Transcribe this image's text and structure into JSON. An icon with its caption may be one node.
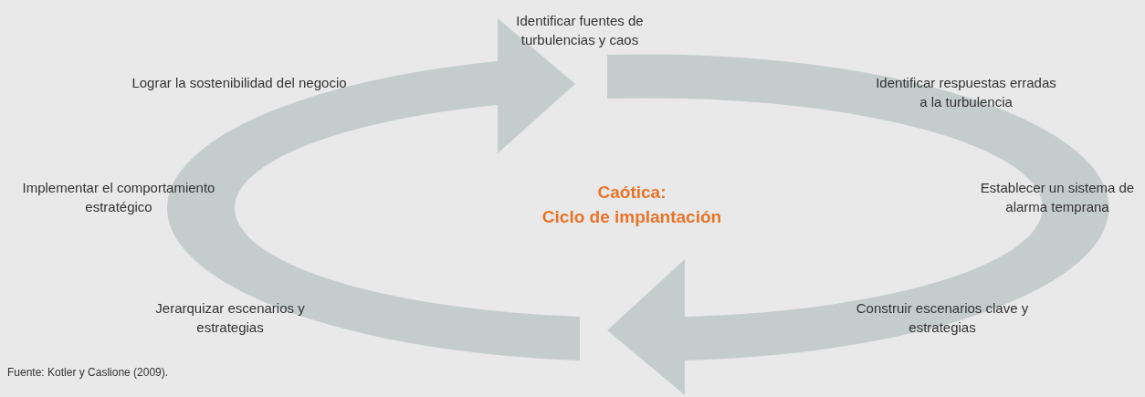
{
  "diagram": {
    "title": "Caótica: Ciclo de implantación",
    "labels": [
      "Identificar fuentes de turbulencias y caos",
      "Lograr la sostenibilidad del negocio",
      "Identificar respuestas erradas a la turbulencia",
      "Implementar el comportamiento estratégico",
      "Establecer un sistema de alarma temprana",
      "Jerarquizar escenarios y estrategias",
      "Construir escenarios clave y estrategias"
    ],
    "caption": "Fuente: Kotler y Caslione (2009)."
  }
}
